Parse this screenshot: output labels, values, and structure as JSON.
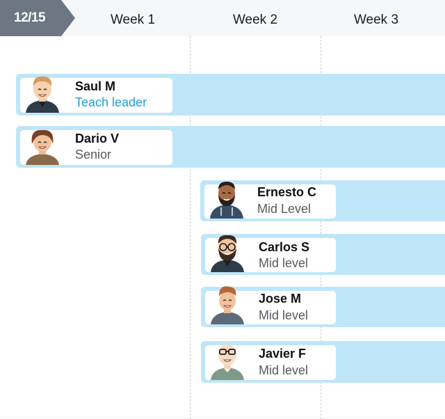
{
  "header": {
    "date": "12/15",
    "weeks": [
      "Week 1",
      "Week 2",
      "Week 3"
    ]
  },
  "people": [
    {
      "name": "Saul M",
      "role": "Teach leader",
      "avatar": "person-ginger-hair-avatar",
      "role_color": "#1ea0d6"
    },
    {
      "name": "Dario V",
      "role": "Senior",
      "avatar": "person-brown-hair-avatar"
    },
    {
      "name": "Ernesto C",
      "role": "Mid Level",
      "avatar": "person-beard-hoodie-avatar"
    },
    {
      "name": "Carlos S",
      "role": "Mid level",
      "avatar": "person-glasses-beard-avatar"
    },
    {
      "name": "Jose M",
      "role": "Mid level",
      "avatar": "person-pompadour-avatar"
    },
    {
      "name": "Javier F",
      "role": "Mid level",
      "avatar": "person-bald-glasses-avatar"
    }
  ],
  "colors": {
    "bar": "#bfe6f8",
    "date_tag": "#6d7784",
    "accent": "#1ea0d6"
  }
}
